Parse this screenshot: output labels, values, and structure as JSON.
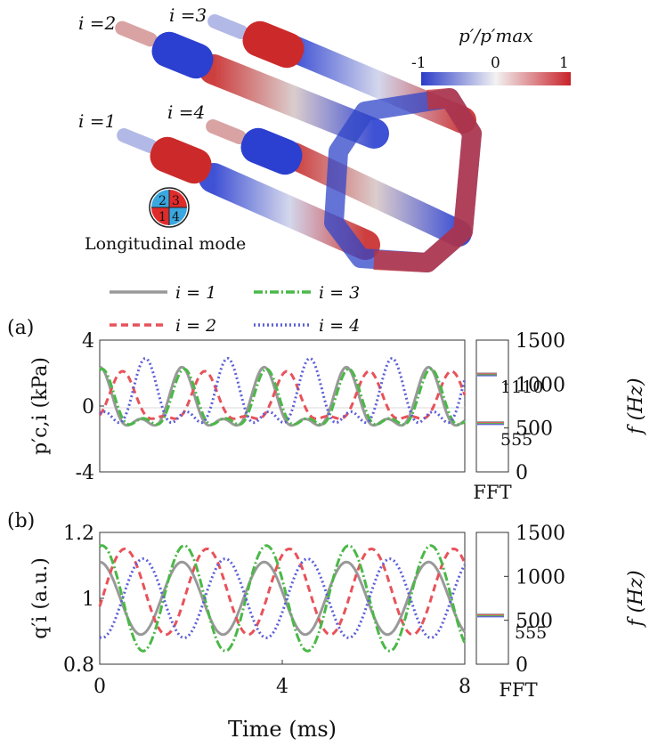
{
  "colors": {
    "series_1": "#999999",
    "series_2": "#e8525a",
    "series_3": "#4bb848",
    "series_4": "#5d5fd6",
    "cold": "#2a3cc8",
    "hot": "#c8222a"
  },
  "schematic": {
    "burner_labels": [
      "i =1",
      "i =2",
      "i =3",
      "i =4"
    ],
    "colorbar_title": "p′/p′max",
    "colorbar_ticks": [
      "-1",
      "0",
      "1"
    ],
    "mode_label": "Longitudinal mode",
    "mode_icon_numbers": [
      "2",
      "3",
      "1",
      "4"
    ]
  },
  "legend": {
    "entries": [
      "i = 1",
      "i = 2",
      "i = 3",
      "i = 4"
    ]
  },
  "chart_data": [
    {
      "type": "line",
      "panel_label": "(a)",
      "ylabel": "p′c,i (kPa)",
      "xlim": [
        0,
        8
      ],
      "ylim": [
        -4,
        4
      ],
      "yticks": [
        "4",
        "0",
        "-4"
      ],
      "frequency_hz": 555,
      "series": [
        {
          "name": "i = 1",
          "mean": 0.0,
          "amp": 2.2,
          "phase_deg": 0,
          "harmonic2": 0.5
        },
        {
          "name": "i = 2",
          "mean": 0.2,
          "amp": 1.8,
          "phase_deg": 100,
          "harmonic2": 0.4
        },
        {
          "name": "i = 3",
          "mean": 0.0,
          "amp": 2.1,
          "phase_deg": 10,
          "harmonic2": 0.5
        },
        {
          "name": "i = 4",
          "mean": 0.3,
          "amp": 2.4,
          "phase_deg": 200,
          "harmonic2": 0.6
        }
      ],
      "fft": {
        "xlabel": "FFT",
        "ylabel": "f (Hz)",
        "ylim": [
          0,
          1500
        ],
        "yticks": [
          "1500",
          "1000",
          "500",
          "0"
        ],
        "peaks_hz": [
          555,
          1110
        ],
        "peak_labels": [
          "1110",
          "555"
        ]
      }
    },
    {
      "type": "line",
      "panel_label": "(b)",
      "ylabel": "q′i (a.u.)",
      "xlabel": "Time (ms)",
      "xlim": [
        0,
        8
      ],
      "ylim": [
        0.8,
        1.2
      ],
      "xticks": [
        "0",
        "4",
        "8"
      ],
      "yticks": [
        "1.2",
        "1",
        "0.8"
      ],
      "frequency_hz": 555,
      "series": [
        {
          "name": "i = 1",
          "mean": 1.0,
          "amp": 0.11,
          "phase_deg": 0,
          "harmonic2": 0.0
        },
        {
          "name": "i = 2",
          "mean": 1.02,
          "amp": 0.13,
          "phase_deg": 110,
          "harmonic2": 0.0
        },
        {
          "name": "i = 3",
          "mean": 1.0,
          "amp": 0.16,
          "phase_deg": 10,
          "harmonic2": 0.0
        },
        {
          "name": "i = 4",
          "mean": 1.0,
          "amp": 0.12,
          "phase_deg": 190,
          "harmonic2": 0.0
        }
      ],
      "fft": {
        "xlabel": "FFT",
        "ylabel": "f (Hz)",
        "ylim": [
          0,
          1500
        ],
        "yticks": [
          "1500",
          "1000",
          "500",
          "0"
        ],
        "peaks_hz": [
          555
        ],
        "peak_labels": [
          "555"
        ]
      }
    }
  ]
}
